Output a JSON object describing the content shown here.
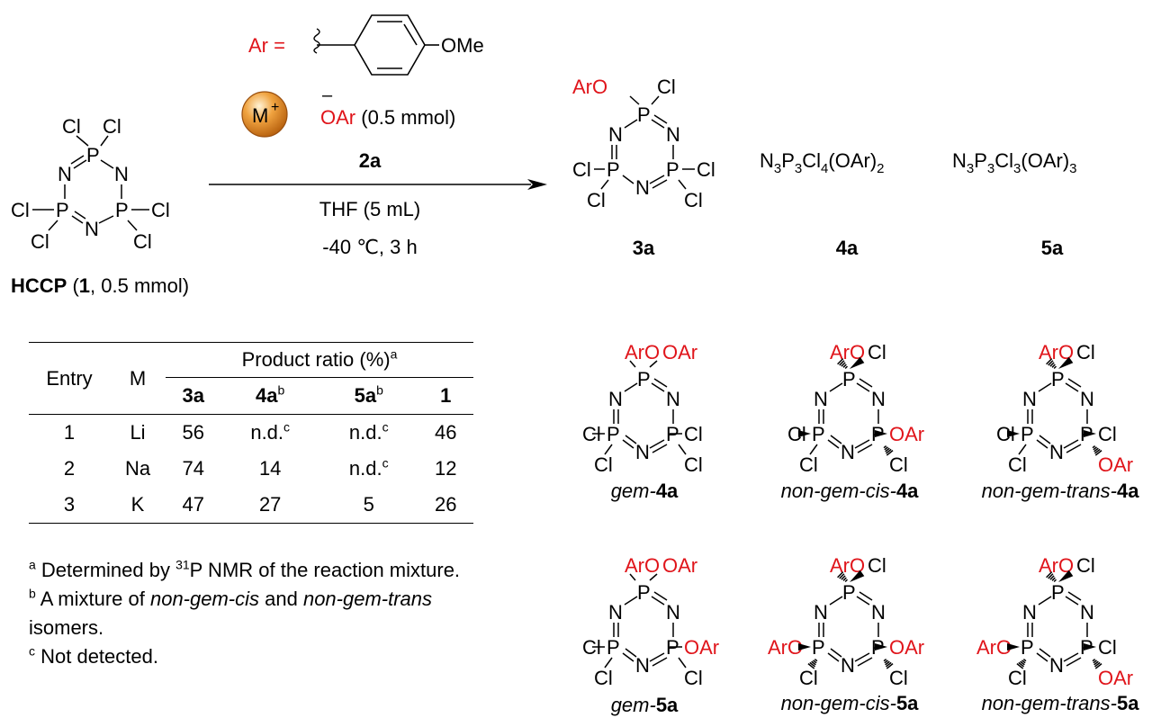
{
  "reagent": {
    "ar_label": "Ar =",
    "ome": "OMe",
    "metal_symbol": "M",
    "metal_charge": "+",
    "anion_charge": "–",
    "oar_amount": "OAr (0.5 mmol)",
    "compound": "2a",
    "solvent": "THF (5 mL)",
    "conditions": "-40 ℃, 3 h"
  },
  "starting_material": {
    "name": "HCCP",
    "ref": "1",
    "amount": ", 0.5 mmol)"
  },
  "products_top": [
    {
      "id": "3a",
      "label": "3a"
    },
    {
      "id": "4a",
      "label": "4a",
      "formula": "N3P3Cl4(OAr)2"
    },
    {
      "id": "5a",
      "label": "5a",
      "formula": "N3P3Cl3(OAr)3"
    }
  ],
  "isomers": [
    {
      "prefix": "gem-",
      "bold": "4a"
    },
    {
      "prefix": "non-gem-cis-",
      "bold": "4a"
    },
    {
      "prefix": "non-gem-trans-",
      "bold": "4a"
    },
    {
      "prefix": "gem-",
      "bold": "5a"
    },
    {
      "prefix": "non-gem-cis-",
      "bold": "5a"
    },
    {
      "prefix": "non-gem-trans-",
      "bold": "5a"
    }
  ],
  "table": {
    "col_entry": "Entry",
    "col_m": "M",
    "col_ratio": "Product ratio (%)",
    "ratio_sup": "a",
    "sub_headers": [
      "3a",
      "4a",
      "5a",
      "1"
    ],
    "sub_sups": [
      "",
      "b",
      "b",
      ""
    ],
    "rows": [
      {
        "entry": "1",
        "m": "Li",
        "v3a": "56",
        "v4a": "n.d.",
        "v4a_sup": "c",
        "v5a": "n.d.",
        "v5a_sup": "c",
        "v1": "46"
      },
      {
        "entry": "2",
        "m": "Na",
        "v3a": "74",
        "v4a": "14",
        "v4a_sup": "",
        "v5a": "n.d.",
        "v5a_sup": "c",
        "v1": "12"
      },
      {
        "entry": "3",
        "m": "K",
        "v3a": "47",
        "v4a": "27",
        "v4a_sup": "",
        "v5a": "5",
        "v5a_sup": "",
        "v1": "26"
      }
    ]
  },
  "footnotes": {
    "a_sup": "a",
    "a_text1": " Determined by ",
    "a_iso": "31",
    "a_text2": "P NMR of the reaction mixture.",
    "b_sup": "b",
    "b_text1": " A mixture of ",
    "b_it1": "non-gem-cis",
    "b_text2": " and ",
    "b_it2": "non-gem-trans",
    "b_text3": "isomers.",
    "c_sup": "c",
    "c_text": " Not detected."
  },
  "colors": {
    "substituent": "#e0151b",
    "ball": "#e8892a",
    "ball_edge": "#9a4f0e"
  },
  "atoms": {
    "P": "P",
    "N": "N",
    "Cl": "Cl",
    "ArO": "ArO",
    "OAr": "OAr"
  }
}
